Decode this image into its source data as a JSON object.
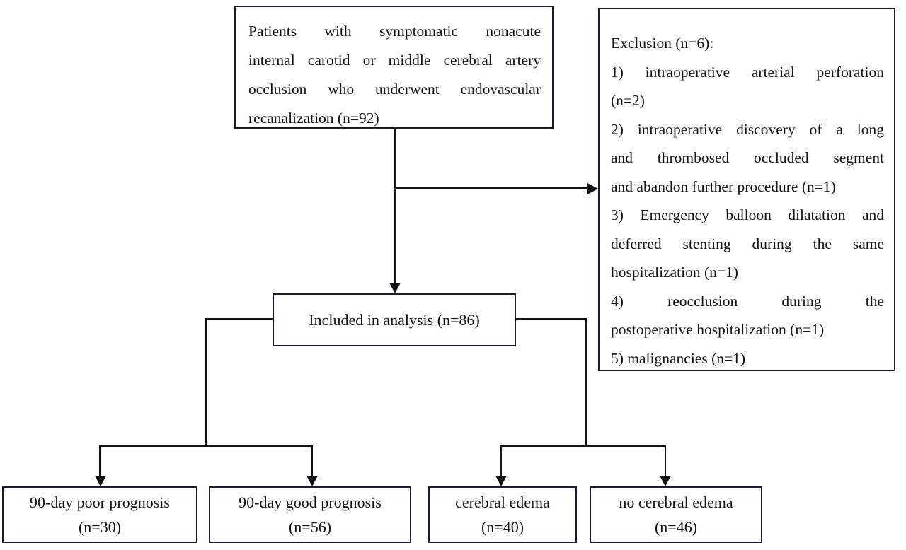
{
  "figure": {
    "type": "flowchart",
    "title": "Patient enrollment flowchart"
  },
  "nodes": {
    "enrollment": {
      "id": "enrollment",
      "lines": [
        "Patients with symptomatic nonacute",
        "internal carotid or middle cerebral artery",
        "occlusion who underwent endovascular",
        "recanalization (n=92)"
      ],
      "n": 92
    },
    "exclusion": {
      "id": "exclusion",
      "lines": [
        "Exclusion (n=6):",
        "1) intraoperative arterial perforation",
        "(n=2)",
        "2) intraoperative discovery of a long",
        "and thrombosed occluded segment",
        "and abandon further procedure (n=1)",
        "3) Emergency balloon dilatation and",
        "deferred stenting during the same",
        "hospitalization (n=1)",
        "4) reocclusion during the",
        "postoperative hospitalization (n=1)",
        "5) malignancies (n=1)"
      ],
      "n": 6,
      "reasons": [
        {
          "index": "1)",
          "text": "intraoperative arterial perforation",
          "n": 2
        },
        {
          "index": "2)",
          "text": "intraoperative discovery of a long and thrombosed occluded segment and abandon further procedure",
          "n": 1
        },
        {
          "index": "3)",
          "text": "Emergency balloon dilatation and deferred stenting during the same hospitalization",
          "n": 1
        },
        {
          "index": "4)",
          "text": "reocclusion during the postoperative hospitalization",
          "n": 1
        },
        {
          "index": "5)",
          "text": "malignancies",
          "n": 1
        }
      ]
    },
    "included": {
      "id": "included",
      "lines": [
        "Included in analysis (n=86)"
      ],
      "n": 86
    },
    "outcomes": [
      {
        "id": "poor-prognosis",
        "lines": [
          "90-day poor prognosis",
          "(n=30)"
        ],
        "n": 30
      },
      {
        "id": "good-prognosis",
        "lines": [
          "90-day good prognosis",
          "(n=56)"
        ],
        "n": 56
      },
      {
        "id": "cerebral-edema",
        "lines": [
          "cerebral edema",
          "(n=40)"
        ],
        "n": 40
      },
      {
        "id": "no-cerebral-edema",
        "lines": [
          "no cerebral edema",
          "(n=46)"
        ],
        "n": 46
      }
    ]
  },
  "colors": {
    "stroke": "#191933",
    "line": "#111118",
    "background": "#ffffff",
    "text": "#111118"
  }
}
